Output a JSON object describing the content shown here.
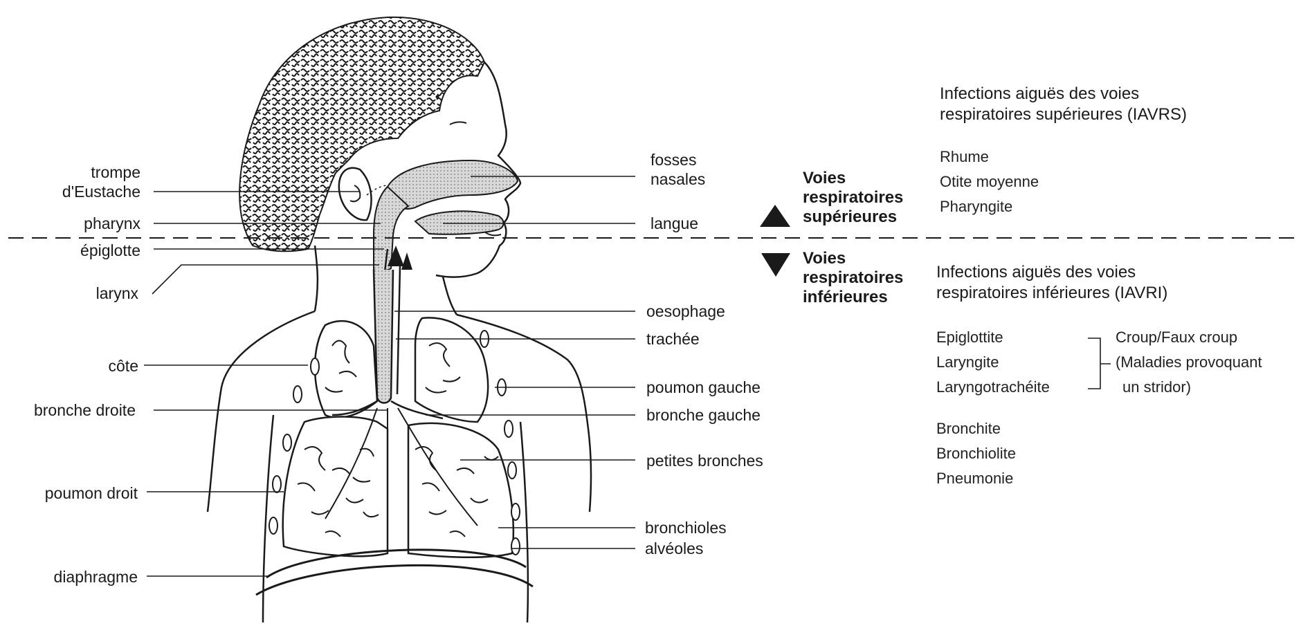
{
  "labels_left": {
    "trompe": "trompe",
    "eustache": "d'Eustache",
    "pharynx": "pharynx",
    "epiglotte": "épiglotte",
    "larynx": "larynx",
    "cote": "côte",
    "bronche_droite": "bronche droite",
    "poumon_droit": "poumon droit",
    "diaphragme": "diaphragme"
  },
  "labels_right": {
    "fosses": "fosses",
    "nasales": "nasales",
    "langue": "langue",
    "oesophage": "oesophage",
    "trachee": "trachée",
    "poumon_gauche": "poumon gauche",
    "bronche_gauche": "bronche gauche",
    "petites_bronches": "petites bronches",
    "bronchioles": "bronchioles",
    "alveoles": "alvéoles"
  },
  "zones": {
    "upper": [
      "Voies",
      "respiratoires",
      "supérieures"
    ],
    "lower": [
      "Voies",
      "respiratoires",
      "inférieures"
    ]
  },
  "upper_infections": {
    "title": [
      "Infections aiguës des voies",
      "respiratoires supérieures (IAVRS)"
    ],
    "items": [
      "Rhume",
      "Otite moyenne",
      "Pharyngite"
    ]
  },
  "lower_infections": {
    "title": [
      "Infections aiguës des voies",
      "respiratoires inférieures (IAVRI)"
    ],
    "group1": [
      "Epiglottite",
      "Laryngite",
      "Laryngotrachéite"
    ],
    "group1_note": [
      "Croup/Faux croup",
      "(Maladies provoquant",
      "un stridor)"
    ],
    "group2": [
      "Bronchite",
      "Bronchiolite",
      "Pneumonie"
    ]
  },
  "colors": {
    "ink": "#1a1a1a",
    "airway_fill": "#cfcfcf",
    "background": "#ffffff"
  }
}
